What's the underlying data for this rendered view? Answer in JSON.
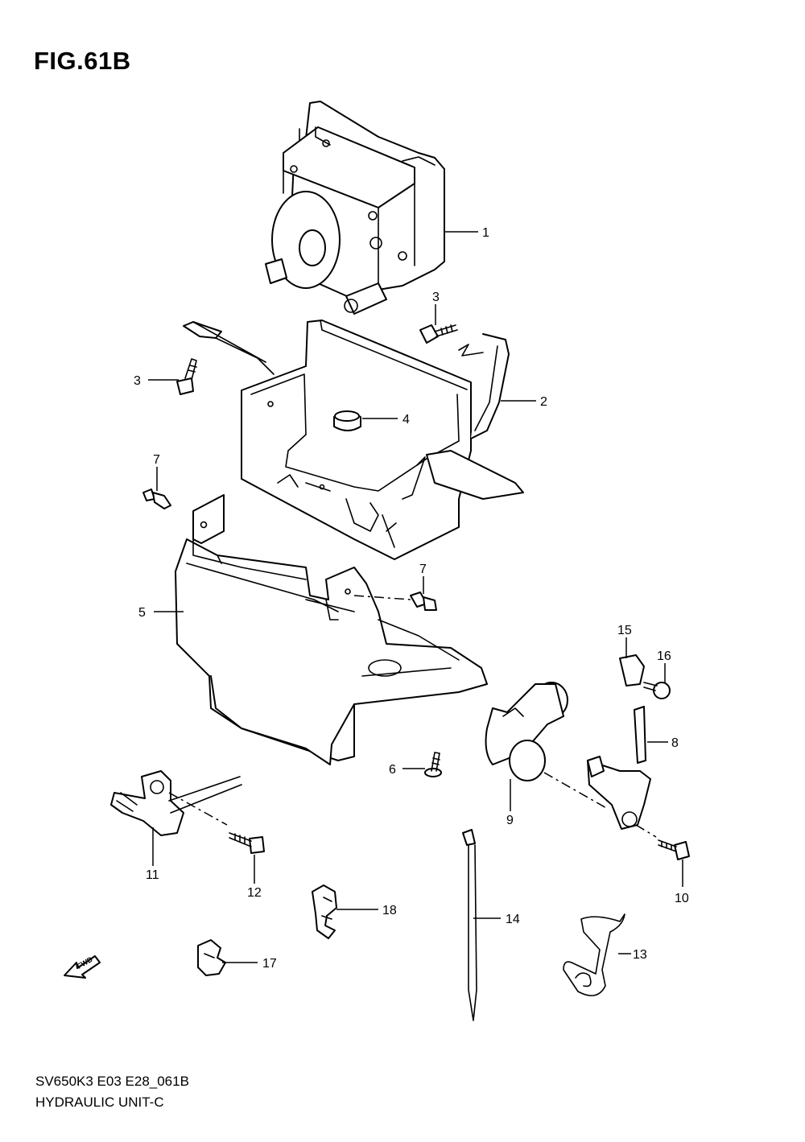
{
  "figure": {
    "title": "FIG.61B",
    "code": "SV650K3 E03 E28_061B",
    "name": "HYDRAULIC UNIT-C",
    "fwd_label": "FWD"
  },
  "callouts": [
    {
      "id": "c1",
      "label": "1"
    },
    {
      "id": "c2",
      "label": "2"
    },
    {
      "id": "c3a",
      "label": "3"
    },
    {
      "id": "c3b",
      "label": "3"
    },
    {
      "id": "c4",
      "label": "4"
    },
    {
      "id": "c5",
      "label": "5"
    },
    {
      "id": "c6",
      "label": "6"
    },
    {
      "id": "c7a",
      "label": "7"
    },
    {
      "id": "c7b",
      "label": "7"
    },
    {
      "id": "c8",
      "label": "8"
    },
    {
      "id": "c9",
      "label": "9"
    },
    {
      "id": "c10",
      "label": "10"
    },
    {
      "id": "c11",
      "label": "11"
    },
    {
      "id": "c12",
      "label": "12"
    },
    {
      "id": "c13",
      "label": "13"
    },
    {
      "id": "c14",
      "label": "14"
    },
    {
      "id": "c15",
      "label": "15"
    },
    {
      "id": "c16",
      "label": "16"
    },
    {
      "id": "c17",
      "label": "17"
    },
    {
      "id": "c18",
      "label": "18"
    }
  ]
}
